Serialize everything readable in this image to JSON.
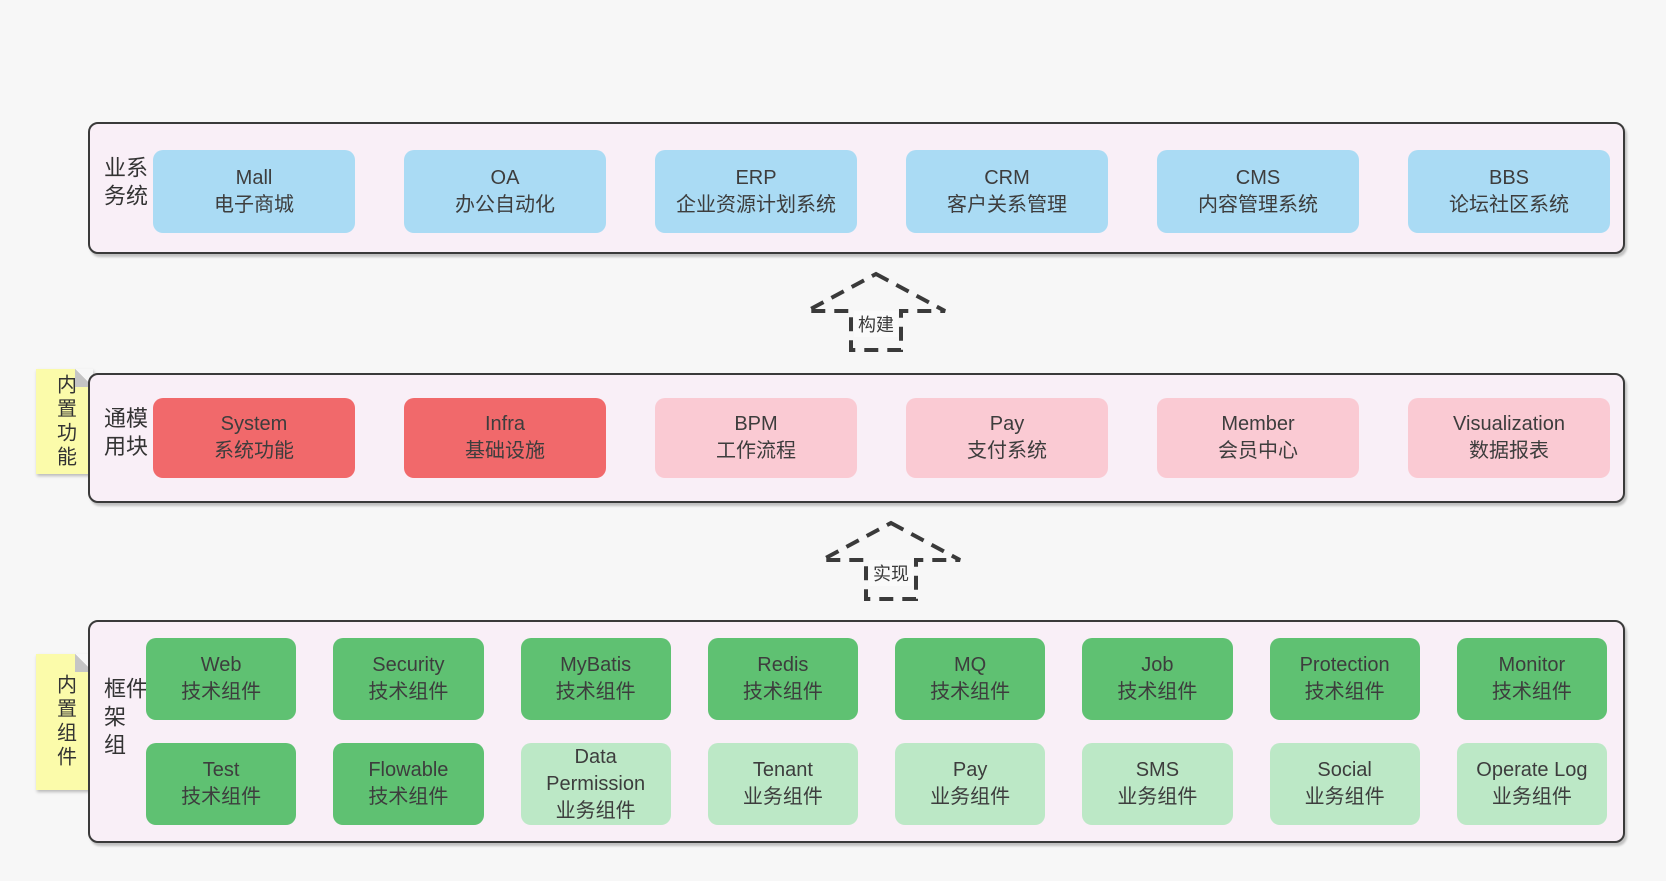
{
  "colors": {
    "page_background": "#f7f7f7",
    "container_background": "#f9eff7",
    "container_border": "#3a3a3a",
    "blue_box": "#aadbf4",
    "red_box": "#f1696b",
    "pink_box": "#facad3",
    "green_box": "#5fc172",
    "light_green_box": "#bce8c6",
    "tab_background": "#fbfbaa",
    "tab_fold": "#c5c5c5",
    "text": "#3d3d3d"
  },
  "layers": {
    "business": {
      "label": "业务系统",
      "items": [
        {
          "name": "Mall",
          "desc": "电子商城"
        },
        {
          "name": "OA",
          "desc": "办公自动化"
        },
        {
          "name": "ERP",
          "desc": "企业资源计划系统"
        },
        {
          "name": "CRM",
          "desc": "客户关系管理"
        },
        {
          "name": "CMS",
          "desc": "内容管理系统"
        },
        {
          "name": "BBS",
          "desc": "论坛社区系统"
        }
      ]
    },
    "modules": {
      "label": "通用模块",
      "tab": "内置功能",
      "items": [
        {
          "name": "System",
          "desc": "系统功能"
        },
        {
          "name": "Infra",
          "desc": "基础设施"
        },
        {
          "name": "BPM",
          "desc": "工作流程"
        },
        {
          "name": "Pay",
          "desc": "支付系统"
        },
        {
          "name": "Member",
          "desc": "会员中心"
        },
        {
          "name": "Visualization",
          "desc": "数据报表"
        }
      ]
    },
    "components": {
      "label": "框架组件",
      "tab": "内置组件",
      "row1": [
        {
          "name": "Web",
          "desc": "技术组件"
        },
        {
          "name": "Security",
          "desc": "技术组件"
        },
        {
          "name": "MyBatis",
          "desc": "技术组件"
        },
        {
          "name": "Redis",
          "desc": "技术组件"
        },
        {
          "name": "MQ",
          "desc": "技术组件"
        },
        {
          "name": "Job",
          "desc": "技术组件"
        },
        {
          "name": "Protection",
          "desc": "技术组件"
        },
        {
          "name": "Monitor",
          "desc": "技术组件"
        }
      ],
      "row2": [
        {
          "name": "Test",
          "desc": "技术组件"
        },
        {
          "name": "Flowable",
          "desc": "技术组件"
        },
        {
          "name": "Data Permission",
          "desc": "业务组件"
        },
        {
          "name": "Tenant",
          "desc": "业务组件"
        },
        {
          "name": "Pay",
          "desc": "业务组件"
        },
        {
          "name": "SMS",
          "desc": "业务组件"
        },
        {
          "name": "Social",
          "desc": "业务组件"
        },
        {
          "name": "Operate Log",
          "desc": "业务组件"
        }
      ]
    }
  },
  "arrows": [
    {
      "label": "构建"
    },
    {
      "label": "实现"
    }
  ]
}
